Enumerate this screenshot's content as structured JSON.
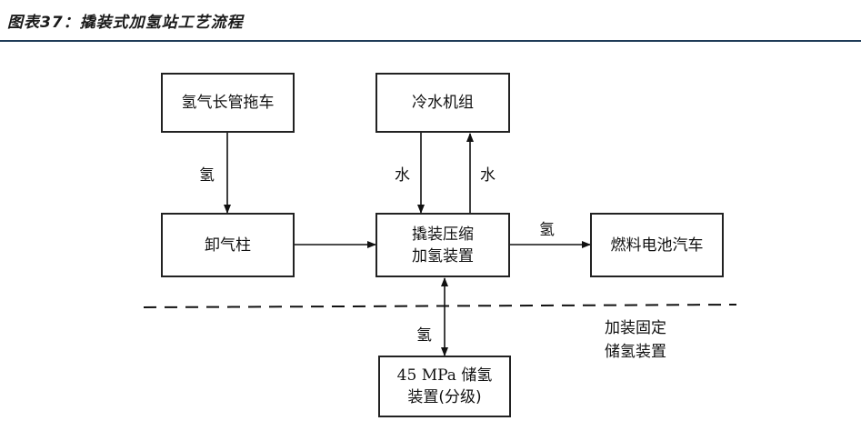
{
  "title": "图表37：撬装式加氢站工艺流程",
  "boxes": {
    "tube_trailer": "氢气长管拖车",
    "chiller": "冷水机组",
    "unloading_column": "卸气柱",
    "compressor_line1": "撬装压缩",
    "compressor_line2": "加氢装置",
    "fuel_cell_vehicle": "燃料电池汽车",
    "storage_line1": "45 MPa 储氢",
    "storage_line2": "装置(分级)"
  },
  "labels": {
    "hydrogen_trailer_to_column": "氢",
    "water_down": "水",
    "water_up": "水",
    "hydrogen_to_vehicle": "氢",
    "hydrogen_storage": "氢",
    "fixed_zone_line1": "加装固定",
    "fixed_zone_line2": "储氢装置"
  }
}
